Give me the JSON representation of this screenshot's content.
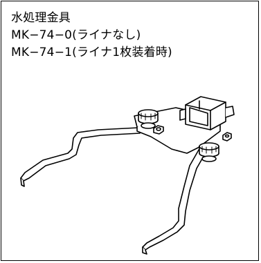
{
  "card": {
    "title": "水処理金具",
    "model_without_liner": "MK−74−0(ライナなし)",
    "model_with_liner": "MK−74−1(ライナ1枚装着時)"
  },
  "illustration": {
    "icon": "bracket-fixture-drawing",
    "stroke_color": "#000000",
    "fill_color": "#ffffff"
  }
}
